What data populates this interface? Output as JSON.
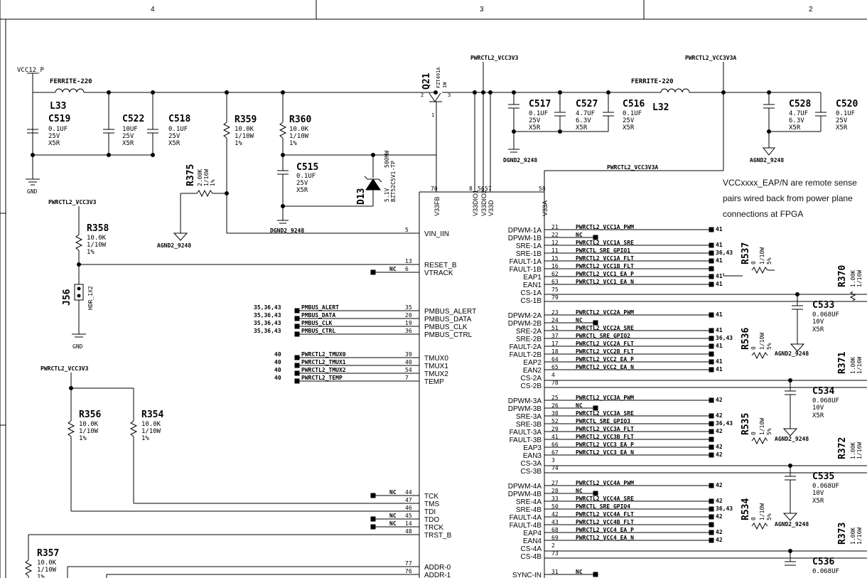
{
  "sheet": {
    "zones": [
      "4",
      "3",
      "2"
    ]
  },
  "nets": {
    "vcc12p": "VCC12_P",
    "vcc3v3": "PWRCTL2_VCC3V3",
    "vcc3v3a": "PWRCTL2_VCC3V3A",
    "vcc3v3a_b": "PWRCTL2_VCC3V3A",
    "vcc3v3_j56": "PWRCTL2_VCC3V3",
    "vcc3v3_r356": "PWRCTL2_VCC3V3",
    "gnd1": "GND",
    "gnd2": "GND",
    "dgnd1": "DGND2_9248",
    "dgnd2": "DGND2_9248",
    "agnd1": "AGND2_9248",
    "agnd2": "AGND2_9248",
    "agnd_eap1": "AGND2_9248",
    "agnd_eap2": "AGND2_9248",
    "agnd_eap3": "AGND2_9248"
  },
  "components": {
    "l33": {
      "ref": "L33",
      "value": "FERRITE-220"
    },
    "l32": {
      "ref": "L32",
      "value": "FERRITE-220"
    },
    "c519": {
      "ref": "C519",
      "v1": "0.1UF",
      "v2": "25V",
      "v3": "X5R"
    },
    "c522": {
      "ref": "C522",
      "v1": "10UF",
      "v2": "25V",
      "v3": "X5R"
    },
    "c518": {
      "ref": "C518",
      "v1": "0.1UF",
      "v2": "25V",
      "v3": "X5R"
    },
    "r359": {
      "ref": "R359",
      "v1": "10.0K",
      "v2": "1/10W",
      "v3": "1%"
    },
    "r360": {
      "ref": "R360",
      "v1": "10.0K",
      "v2": "1/10W",
      "v3": "1%"
    },
    "r375": {
      "ref": "R375",
      "v1": "2.00K",
      "v2": "1/16W",
      "v3": "1%"
    },
    "c515": {
      "ref": "C515",
      "v1": "0.1UF",
      "v2": "25V",
      "v3": "X5R"
    },
    "d13": {
      "ref": "D13",
      "v1": "5.1V",
      "v2": "500MW",
      "v3": "BZT52C5V1-TP"
    },
    "q21": {
      "ref": "Q21",
      "v1": "FZT491A",
      "v2": "1W"
    },
    "c517": {
      "ref": "C517",
      "v1": "0.1UF",
      "v2": "25V",
      "v3": "X5R"
    },
    "c527": {
      "ref": "C527",
      "v1": "4.7UF",
      "v2": "6.3V",
      "v3": "X5R"
    },
    "c516": {
      "ref": "C516",
      "v1": "0.1UF",
      "v2": "25V",
      "v3": "X5R"
    },
    "c528": {
      "ref": "C528",
      "v1": "4.7UF",
      "v2": "6.3V",
      "v3": "X5R"
    },
    "c520": {
      "ref": "C520",
      "v1": "0.1UF",
      "v2": "25V",
      "v3": "X5R"
    },
    "r358": {
      "ref": "R358",
      "v1": "10.0K",
      "v2": "1/10W",
      "v3": "1%"
    },
    "j56": {
      "ref": "J56",
      "v1": "HDR_1X2"
    },
    "r356": {
      "ref": "R356",
      "v1": "10.0K",
      "v2": "1/10W",
      "v3": "1%"
    },
    "r354": {
      "ref": "R354",
      "v1": "10.0K",
      "v2": "1/10W",
      "v3": "1%"
    },
    "r357": {
      "ref": "R357",
      "v1": "10.0K",
      "v2": "1/10W",
      "v3": "1%"
    },
    "r537": {
      "ref": "R537",
      "v1": "0",
      "v2": "1/10W",
      "v3": "5%"
    },
    "r536": {
      "ref": "R536",
      "v1": "0",
      "v2": "1/10W",
      "v3": "5%"
    },
    "r535": {
      "ref": "R535",
      "v1": "0",
      "v2": "1/10W",
      "v3": "5%"
    },
    "r534": {
      "ref": "R534",
      "v1": "0",
      "v2": "1/10W",
      "v3": "5%"
    },
    "r370": {
      "ref": "R370",
      "v1": "1.00K",
      "v2": "1/16W"
    },
    "r371": {
      "ref": "R371",
      "v1": "1.00K",
      "v2": "1/16W"
    },
    "r372": {
      "ref": "R372",
      "v1": "1.00K",
      "v2": "1/16W"
    },
    "r373": {
      "ref": "R373",
      "v1": "1.00K",
      "v2": "1/16W"
    },
    "c533": {
      "ref": "C533",
      "v1": "0.068UF",
      "v2": "10V",
      "v3": "X5R"
    },
    "c534": {
      "ref": "C534",
      "v1": "0.068UF",
      "v2": "10V",
      "v3": "X5R"
    },
    "c535": {
      "ref": "C535",
      "v1": "0.068UF",
      "v2": "10V",
      "v3": "X5R"
    },
    "c536": {
      "ref": "C536",
      "v1": "0.068UF"
    }
  },
  "note": [
    "VCCxxxx_EAP/N are remote sense",
    "pairs wired back from power plane",
    "connections at FPGA"
  ],
  "ic_top": [
    {
      "num": "70",
      "name": "V33FB"
    },
    {
      "num": "8",
      "name": "V33DIO1"
    },
    {
      "num": "56",
      "name": "V33DIO2"
    },
    {
      "num": "57",
      "name": "V33D"
    },
    {
      "num": "58",
      "name": "V33A"
    }
  ],
  "ic_left": [
    {
      "num": "5",
      "name": "VIN_IIN",
      "ref": "",
      "net": ""
    },
    {
      "num": "13",
      "name": "RESET_B",
      "ref": "",
      "net": ""
    },
    {
      "num": "6",
      "name": "VTRACK",
      "ref": "",
      "net": "NC"
    },
    {
      "num": "35",
      "name": "PMBUS_ALERT",
      "ref": "35,36,43",
      "net": "PMBUS_ALERT"
    },
    {
      "num": "20",
      "name": "PMBUS_DATA",
      "ref": "35,36,43",
      "net": "PMBUS_DATA"
    },
    {
      "num": "19",
      "name": "PMBUS_CLK",
      "ref": "35,36,43",
      "net": "PMBUS_CLK"
    },
    {
      "num": "36",
      "name": "PMBUS_CTRL",
      "ref": "35,36,43",
      "net": "PMBUS_CTRL"
    },
    {
      "num": "39",
      "name": "TMUX0",
      "ref": "40",
      "net": "PWRCTL2_TMUX0"
    },
    {
      "num": "40",
      "name": "TMUX1",
      "ref": "40",
      "net": "PWRCTL2_TMUX1"
    },
    {
      "num": "54",
      "name": "TMUX2",
      "ref": "40",
      "net": "PWRCTL2_TMUX2"
    },
    {
      "num": "7",
      "name": "TEMP",
      "ref": "40",
      "net": "PWRCTL2_TEMP"
    },
    {
      "num": "44",
      "name": "TCK",
      "ref": "",
      "net": "NC"
    },
    {
      "num": "47",
      "name": "TMS",
      "ref": "",
      "net": ""
    },
    {
      "num": "46",
      "name": "TDI",
      "ref": "",
      "net": ""
    },
    {
      "num": "45",
      "name": "TDO",
      "ref": "",
      "net": "NC"
    },
    {
      "num": "14",
      "name": "TRCK",
      "ref": "",
      "net": "NC"
    },
    {
      "num": "48",
      "name": "TRST_B",
      "ref": "",
      "net": ""
    },
    {
      "num": "77",
      "name": "ADDR-0",
      "ref": "",
      "net": ""
    },
    {
      "num": "76",
      "name": "ADDR-1",
      "ref": "",
      "net": ""
    }
  ],
  "ic_right": [
    {
      "num": "21",
      "name": "DPWM-1A",
      "net": "PWRCTL2_VCC1A_PWM",
      "ref": "41"
    },
    {
      "num": "22",
      "name": "DPWM-1B",
      "net": "NC",
      "ref": ""
    },
    {
      "num": "12",
      "name": "SRE-1A",
      "net": "PWRCTL2_VCC1A_SRE",
      "ref": "41"
    },
    {
      "num": "11",
      "name": "SRE-1B",
      "net": "PWRCTL_SRE_GPIO1",
      "ref": "36,43"
    },
    {
      "num": "15",
      "name": "FAULT-1A",
      "net": "PWRCTL2_VCC1A_FLT",
      "ref": "41"
    },
    {
      "num": "16",
      "name": "FAULT-1B",
      "net": "PWRCTL2_VCC1B_FLT",
      "ref": ""
    },
    {
      "num": "62",
      "name": "EAP1",
      "net": "PWRCTL2_VCC1_EA_P",
      "ref": "41"
    },
    {
      "num": "63",
      "name": "EAN1",
      "net": "PWRCTL2_VCC1_EA_N",
      "ref": "41"
    },
    {
      "num": "75",
      "name": "CS-1A",
      "net": "",
      "ref": ""
    },
    {
      "num": "79",
      "name": "CS-1B",
      "net": "",
      "ref": ""
    },
    {
      "num": "23",
      "name": "DPWM-2A",
      "net": "PWRCTL2_VCC2A_PWM",
      "ref": "41"
    },
    {
      "num": "24",
      "name": "DPWM-2B",
      "net": "NC",
      "ref": ""
    },
    {
      "num": "51",
      "name": "SRE-2A",
      "net": "PWRCTL2_VCC2A_SRE",
      "ref": "41"
    },
    {
      "num": "37",
      "name": "SRE-2B",
      "net": "PWRCTL_SRE_GPIO2",
      "ref": "36,43"
    },
    {
      "num": "17",
      "name": "FAULT-2A",
      "net": "PWRCTL2_VCC2A_FLT",
      "ref": "41"
    },
    {
      "num": "18",
      "name": "FAULT-2B",
      "net": "PWRCTL2_VCC2B_FLT",
      "ref": ""
    },
    {
      "num": "64",
      "name": "EAP2",
      "net": "PWRCTL2_VCC2_EA_P",
      "ref": "41"
    },
    {
      "num": "65",
      "name": "EAN2",
      "net": "PWRCTL2_VCC2_EA_N",
      "ref": "41"
    },
    {
      "num": "4",
      "name": "CS-2A",
      "net": "",
      "ref": ""
    },
    {
      "num": "78",
      "name": "CS-2B",
      "net": "",
      "ref": ""
    },
    {
      "num": "25",
      "name": "DPWM-3A",
      "net": "PWRCTL2_VCC3A_PWM",
      "ref": "42"
    },
    {
      "num": "26",
      "name": "DPWM-3B",
      "net": "NC",
      "ref": ""
    },
    {
      "num": "38",
      "name": "SRE-3A",
      "net": "PWRCTL2_VCC3A_SRE",
      "ref": "42"
    },
    {
      "num": "52",
      "name": "SRE-3B",
      "net": "PWRCTL_SRE_GPIO3",
      "ref": "36,43"
    },
    {
      "num": "29",
      "name": "FAULT-3A",
      "net": "PWRCTL2_VCC3A_FLT",
      "ref": "42"
    },
    {
      "num": "41",
      "name": "FAULT-3B",
      "net": "PWRCTL2_VCC3B_FLT",
      "ref": ""
    },
    {
      "num": "66",
      "name": "EAP3",
      "net": "PWRCTL2_VCC3_EA_P",
      "ref": "42"
    },
    {
      "num": "67",
      "name": "EAN3",
      "net": "PWRCTL2_VCC3_EA_N",
      "ref": "42"
    },
    {
      "num": "3",
      "name": "CS-3A",
      "net": "",
      "ref": ""
    },
    {
      "num": "74",
      "name": "CS-3B",
      "net": "",
      "ref": ""
    },
    {
      "num": "27",
      "name": "DPWM-4A",
      "net": "PWRCTL2_VCC4A_PWM",
      "ref": "42"
    },
    {
      "num": "28",
      "name": "DPWM-4B",
      "net": "NC",
      "ref": ""
    },
    {
      "num": "33",
      "name": "SRE-4A",
      "net": "PWRCTL2_VCC4A_SRE",
      "ref": "42"
    },
    {
      "num": "50",
      "name": "SRE-4B",
      "net": "PWRCTL_SRE_GPIO4",
      "ref": "36,43"
    },
    {
      "num": "42",
      "name": "FAULT-4A",
      "net": "PWRCTL2_VCC4A_FLT",
      "ref": "42"
    },
    {
      "num": "43",
      "name": "FAULT-4B",
      "net": "PWRCTL2_VCC4B_FLT",
      "ref": ""
    },
    {
      "num": "68",
      "name": "EAP4",
      "net": "PWRCTL2_VCC4_EA_P",
      "ref": "42"
    },
    {
      "num": "69",
      "name": "EAN4",
      "net": "PWRCTL2_VCC4_EA_N",
      "ref": "42"
    },
    {
      "num": "2",
      "name": "CS-4A",
      "net": "",
      "ref": ""
    },
    {
      "num": "73",
      "name": "CS-4B",
      "net": "",
      "ref": ""
    },
    {
      "num": "31",
      "name": "SYNC-IN",
      "net": "NC",
      "ref": ""
    }
  ]
}
